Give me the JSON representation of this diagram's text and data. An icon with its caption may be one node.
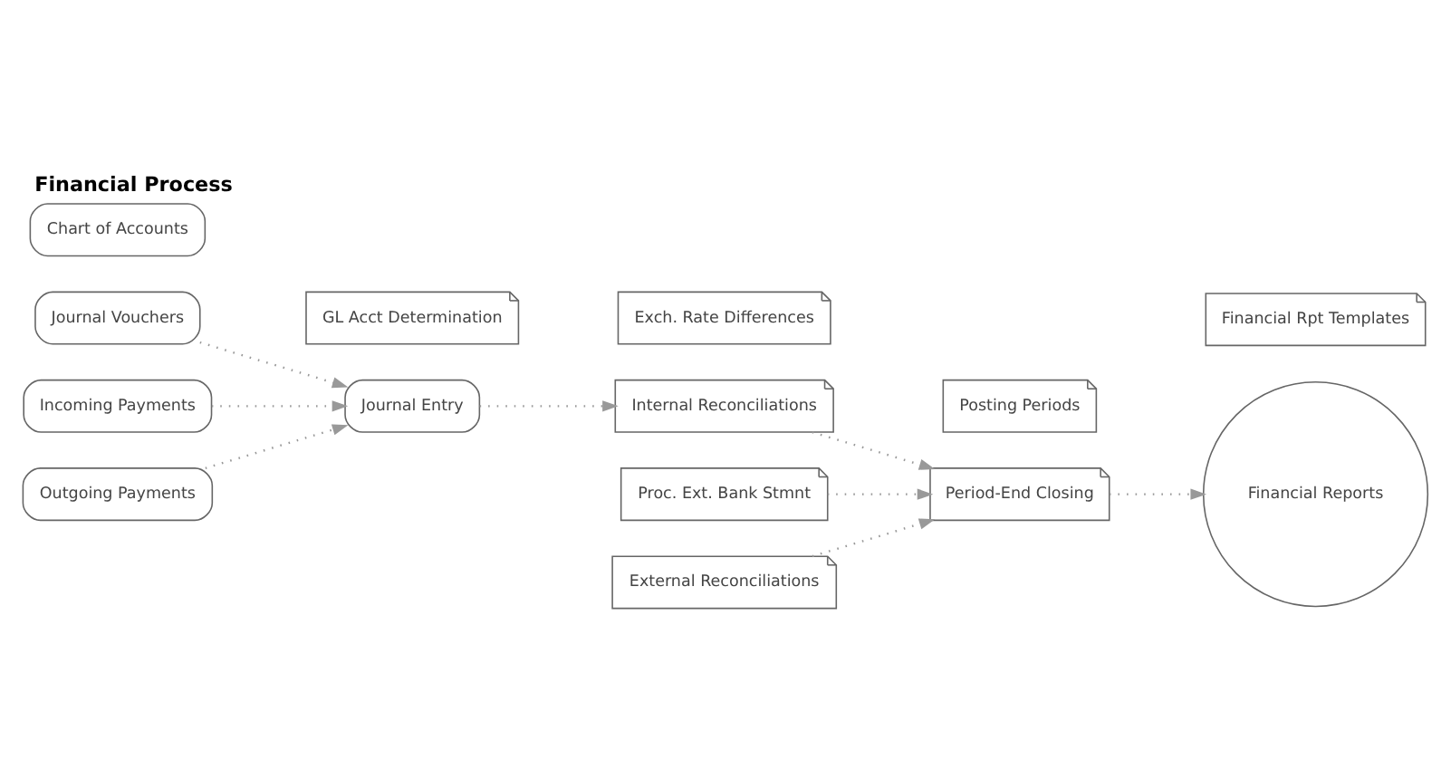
{
  "diagram": {
    "title": "Financial Process",
    "nodes": [
      {
        "text": [
          "Journal Vouchers"
        ]
      },
      {
        "text": [
          "Incoming Payments"
        ]
      },
      {
        "text": [
          "Outgoing Payments"
        ]
      },
      {
        "text": [
          "Journal Entry"
        ]
      },
      {
        "text": [
          "Proc. Ext. Bank Stmnt"
        ]
      },
      {
        "text": [
          "Internal Reconciliations"
        ]
      },
      {
        "text": [
          "External Reconciliations"
        ]
      },
      {
        "text": [
          "Period-End Closing"
        ]
      },
      {
        "text": [
          "Financial Reports"
        ]
      },
      {
        "text": [
          "Chart of Accounts"
        ]
      },
      {
        "text": [
          "GL Acct Determination"
        ]
      },
      {
        "text": [
          "Exch. Rate Differences"
        ]
      },
      {
        "text": [
          "Posting Periods"
        ]
      },
      {
        "text": [
          "Financial Rpt Templates"
        ]
      }
    ],
    "edges": [
      {
        "from": 0,
        "to": 3,
        "arrow": "to"
      },
      {
        "from": 1,
        "to": 3,
        "arrow": "to"
      },
      {
        "from": 2,
        "to": 3,
        "arrow": "to"
      },
      {
        "from": 3,
        "to": 5,
        "arrow": "to"
      },
      {
        "from": 4,
        "to": 7,
        "arrow": "to"
      },
      {
        "from": 5,
        "to": 7,
        "arrow": "to"
      },
      {
        "from": 6,
        "to": 7,
        "arrow": "to"
      },
      {
        "from": 7,
        "to": 8,
        "arrow": "to"
      }
    ]
  }
}
